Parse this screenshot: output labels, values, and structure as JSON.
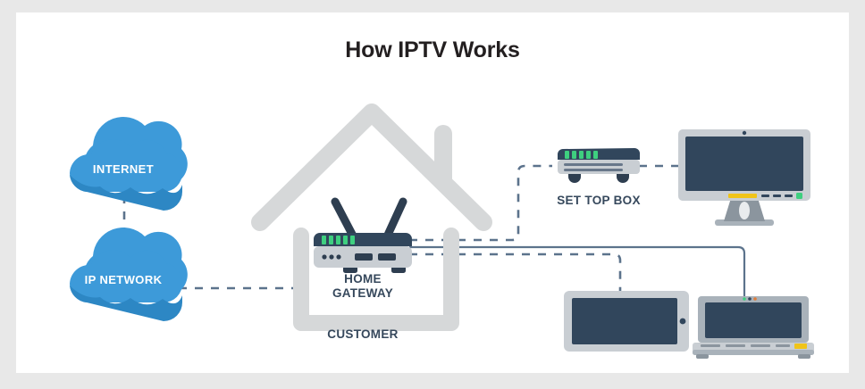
{
  "page": {
    "title": "How IPTV Works",
    "background": "#e8e8e8",
    "canvas_background": "#ffffff"
  },
  "colors": {
    "cloud_light": "#3d9ad9",
    "cloud_dark": "#2d87c4",
    "house_gray": "#d6d8d9",
    "device_dark": "#31465c",
    "device_navy": "#2e3e50",
    "device_light_gray": "#c9ced3",
    "device_mid_gray": "#a9b2ba",
    "led_green": "#3ecf7f",
    "led_gold": "#f0c419",
    "line_blue": "#5c738c",
    "label_text": "#36485c",
    "title_text": "#231f20"
  },
  "clouds": [
    {
      "name": "internet",
      "label": "INTERNET"
    },
    {
      "name": "ip-network",
      "label": "IP NETWORK"
    }
  ],
  "house": {
    "label": "CUSTOMER"
  },
  "devices": [
    {
      "name": "home-gateway",
      "label_line1": "HOME",
      "label_line2": "GATEWAY",
      "led_count": 5
    },
    {
      "name": "set-top-box",
      "label": "SET TOP BOX",
      "led_count": 5
    },
    {
      "name": "monitor",
      "label": ""
    },
    {
      "name": "tablet",
      "label": ""
    },
    {
      "name": "laptop",
      "label": ""
    }
  ],
  "connections": [
    {
      "name": "internet-to-ip-network",
      "style": "dashed",
      "orientation": "vertical"
    },
    {
      "name": "ip-network-to-house",
      "style": "dashed",
      "orientation": "horizontal"
    },
    {
      "name": "gateway-to-set-top-box",
      "style": "dashed",
      "orientation": "elbow"
    },
    {
      "name": "set-top-box-to-monitor",
      "style": "dashed",
      "orientation": "horizontal"
    },
    {
      "name": "gateway-to-tablet",
      "style": "dashed",
      "orientation": "elbow"
    },
    {
      "name": "gateway-to-laptop",
      "style": "solid",
      "orientation": "elbow"
    }
  ]
}
